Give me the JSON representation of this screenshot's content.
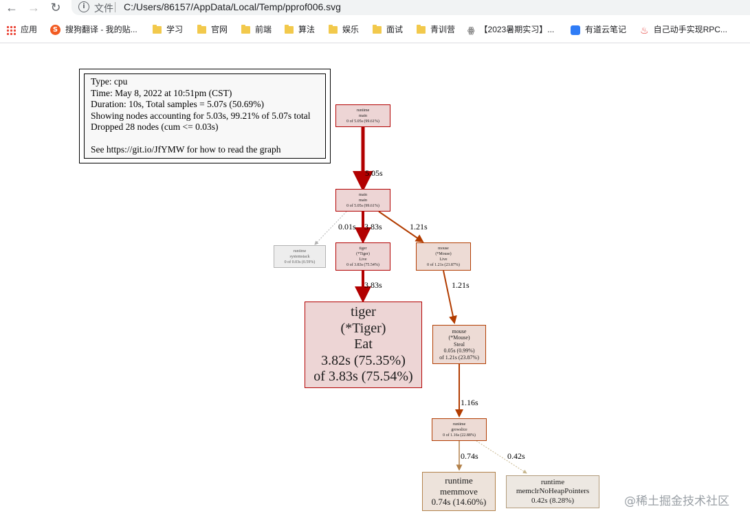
{
  "browser": {
    "address": {
      "scheme_label": "文件",
      "url": "C:/Users/86157/AppData/Local/Temp/pprof006.svg"
    },
    "bookmarks": [
      {
        "label": "应用",
        "icon": "apps-grid-icon"
      },
      {
        "label": "搜狗翻译 - 我的贴...",
        "icon": "sogou-icon"
      },
      {
        "label": "学习",
        "icon": "folder-icon"
      },
      {
        "label": "官网",
        "icon": "folder-icon"
      },
      {
        "label": "前端",
        "icon": "folder-icon"
      },
      {
        "label": "算法",
        "icon": "folder-icon"
      },
      {
        "label": "娱乐",
        "icon": "folder-icon"
      },
      {
        "label": "面试",
        "icon": "folder-icon"
      },
      {
        "label": "青训营",
        "icon": "folder-icon"
      },
      {
        "label": "【2023暑期实习】...",
        "icon": "site-icon"
      },
      {
        "label": "有道云笔记",
        "icon": "youdao-icon"
      },
      {
        "label": "自己动手实现RPC...",
        "icon": "flame-icon"
      }
    ]
  },
  "legend": {
    "lines": [
      "Type: cpu",
      "Time: May 8, 2022 at 10:51pm (CST)",
      "Duration: 10s, Total samples = 5.07s (50.69%)",
      "Showing nodes accounting for 5.03s, 99.21% of 5.07s total",
      "Dropped 28 nodes (cum <= 0.03s)",
      "",
      "See https://git.io/JfYMW for how to read the graph"
    ]
  },
  "nodes": {
    "runtime_main": {
      "lines": [
        "runtime",
        "main",
        "0 of 5.05s (99.61%)"
      ]
    },
    "main_main": {
      "lines": [
        "main",
        "main",
        "0 of 5.05s (99.61%)"
      ]
    },
    "systemstack": {
      "lines": [
        "runtime",
        "systemstack",
        "0 of 0.03s (0.59%)"
      ]
    },
    "tiger_live": {
      "lines": [
        "tiger",
        "(*Tiger)",
        "Live",
        "0 of 3.83s (75.54%)"
      ]
    },
    "mouse_live": {
      "lines": [
        "mouse",
        "(*Mouse)",
        "Live",
        "0 of 1.21s (23.87%)"
      ]
    },
    "tiger_eat": {
      "lines": [
        "tiger",
        "(*Tiger)",
        "Eat",
        "3.82s (75.35%)",
        "of 3.83s (75.54%)"
      ]
    },
    "mouse_steal": {
      "lines": [
        "mouse",
        "(*Mouse)",
        "Steal",
        "0.05s (0.99%)",
        "of 1.21s (23.87%)"
      ]
    },
    "growslice": {
      "lines": [
        "runtime",
        "growslice",
        "0 of 1.16s (22.88%)"
      ]
    },
    "memmove": {
      "lines": [
        "runtime",
        "memmove",
        "0.74s (14.60%)"
      ]
    },
    "memclr": {
      "lines": [
        "runtime",
        "memclrNoHeapPointers",
        "0.42s (8.28%)"
      ]
    }
  },
  "edges": {
    "e1": "5.05s",
    "e2": "0.01s",
    "e3": "3.83s",
    "e4": "1.21s",
    "e5": "3.83s",
    "e6": "1.21s",
    "e7": "1.16s",
    "e8": "0.74s",
    "e9": "0.42s"
  },
  "watermark": "@稀土掘金技术社区",
  "colors": {
    "hot_edge": "#b20000",
    "warm_edge": "#b23c00",
    "cool_edge": "#b2814a",
    "faint_edge": "#b2b2b2"
  }
}
